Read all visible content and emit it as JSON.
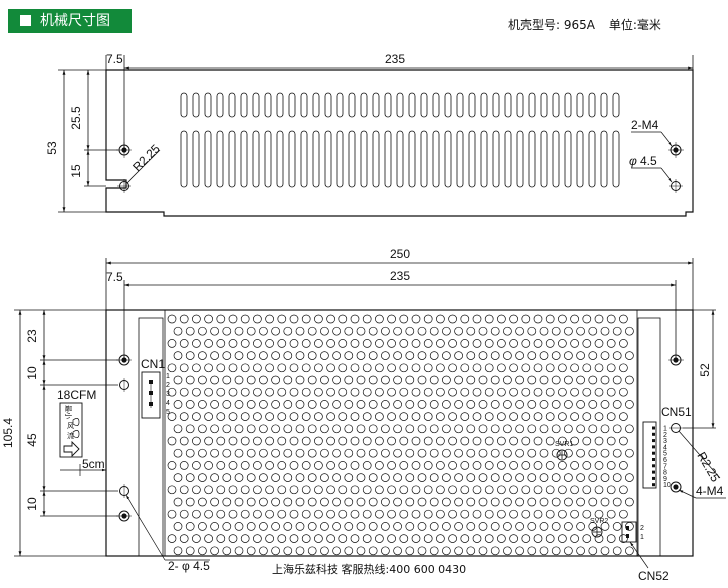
{
  "header": {
    "title": "机械尺寸图",
    "model_label": "机壳型号:",
    "model_value": "965A",
    "unit_label": "单位:",
    "unit_value": "毫米"
  },
  "top_view": {
    "dim_width": "235",
    "dim_offset": "7.5",
    "dim_height": "53",
    "dim_upper": "25.5",
    "dim_lower": "15",
    "radius_label": "R2.25",
    "screw_label": "2-M4",
    "hole_label": "4.5"
  },
  "bottom_view": {
    "dim_overall": "250",
    "dim_width": "235",
    "dim_offset": "7.5",
    "dim_height": "105.4",
    "dim_23": "23",
    "dim_10a": "10",
    "dim_45": "45",
    "dim_10b": "10",
    "dim_52": "52",
    "dim_5cm": "5cm",
    "fan_flow": "18CFM",
    "fan_text_1": "最小",
    "fan_text_2": "风",
    "fan_text_3": "流",
    "cn1": "CN1",
    "cn1_pins": [
      "1",
      "2",
      "3",
      "4",
      "5"
    ],
    "cn51": "CN51",
    "cn51_pins": [
      "1",
      "2",
      "3",
      "4",
      "5",
      "6",
      "7",
      "8",
      "9",
      "10"
    ],
    "cn52": "CN52",
    "cn52_pins": [
      "2",
      "1"
    ],
    "vr1": "SVR1",
    "vr2": "SVR2",
    "radius_label": "R2.25",
    "screw_label": "4-M4",
    "hole_label": "2- φ 4.5"
  },
  "footer": {
    "company": "上海乐兹科技 客服热线:400 600 0430"
  }
}
